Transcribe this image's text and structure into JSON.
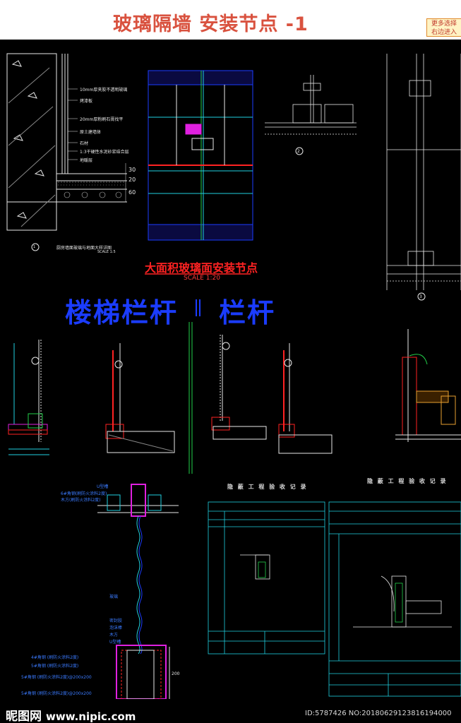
{
  "header": {
    "title": "玻璃隔墙 安装节点 -1",
    "badge_line1": "更多选择",
    "badge_line2": "右边进入"
  },
  "drawings": {
    "detail1_notes": [
      "10mm厚夹胶不透明玻璃",
      "烤漆板",
      "20mm厚粉刷石膏找平",
      "原土建墙体",
      "石材",
      "1:3干硬性水泥砂浆结合层",
      "地暖层"
    ],
    "detail1_dims": [
      "30",
      "20",
      "60"
    ],
    "detail1_caption": "厨房墙面玻璃与地面大样详图",
    "detail1_scale": "SCALE 1:5",
    "detail1_number": "1",
    "glass_title": "大面积玻璃面安装节点",
    "glass_scale": "SCALE 1:20",
    "stair_title": "楼梯栏杆",
    "rail_title": "栏杆",
    "detail2_number": "2",
    "detail3_number": "3",
    "fire_notes": [
      "U型槽",
      "6#角钢(刷防火涂料2度)",
      "木方(刷防火涂料2度)",
      "玻璃",
      "密封胶",
      "泡沫棒",
      "木方",
      "U型槽"
    ],
    "fire_bottom_notes": [
      "4#角钢 (刷防火涂料2度)",
      "5#角钢 (刷防火涂料2度)",
      "5#角钢 (刷防火涂料2度)@200x200",
      "5#角钢 (刷防火涂料2度)@200x200"
    ],
    "record_title_left": "隐 蔽 工 程 验 收 记 录",
    "record_title_right": "隐 蔽 工 程 验 收 记 录",
    "record_dim": "200"
  },
  "footer": {
    "logo": "昵图网",
    "site": "www.nipic.com",
    "image_id": "ID:5787426 NO:20180629123816194000"
  },
  "colors": {
    "title": "#d9523f",
    "cad_red": "#ff2222",
    "cad_blue": "#1b3cff",
    "cad_cyan": "#20d0e0",
    "cad_green": "#22d04a",
    "cad_white": "#e8e8e8",
    "cad_magenta": "#e020e0"
  }
}
